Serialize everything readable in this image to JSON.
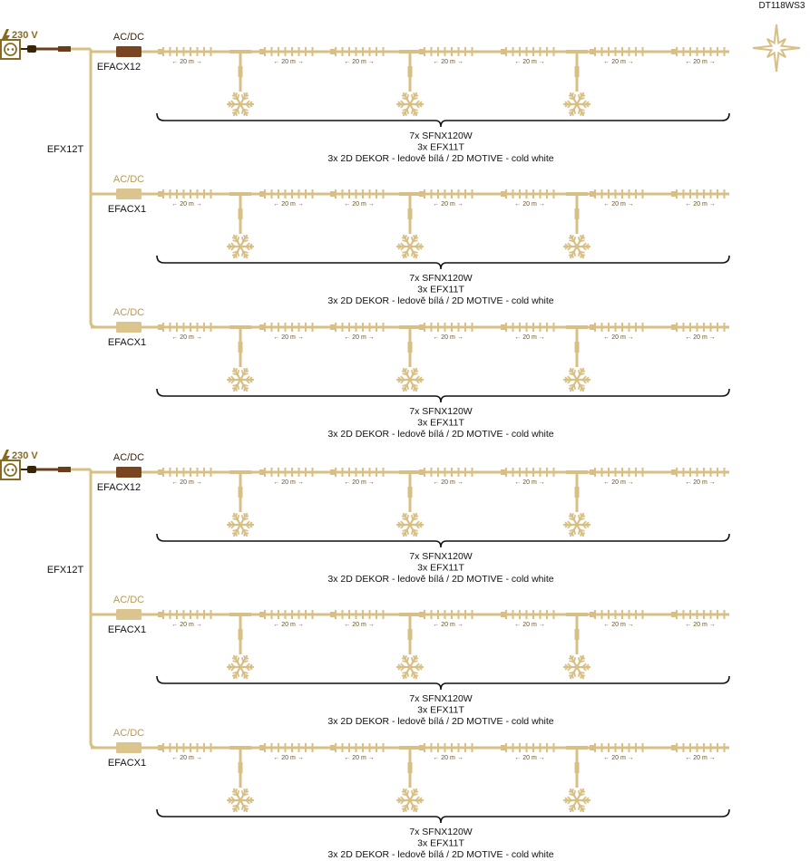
{
  "title": "DT118WS3",
  "groups": [
    {
      "power_label": "230 V",
      "feed_cable_label": "EFX12T",
      "branches": [
        {
          "adapter_top": "AC/DC",
          "adapter_bottom": "EFACX12",
          "adapter_kind": "dark",
          "segment_labels": [
            "← 20 m →",
            "← 20 m →",
            "← 20 m →",
            "← 20 m →",
            "← 20 m →",
            "← 20 m →",
            "← 20 m →"
          ],
          "caption": [
            "7x SFNX120W",
            "3x EFX11T",
            "3x 2D DEKOR - ledově bílá / 2D MOTIVE - cold white"
          ]
        },
        {
          "adapter_top": "AC/DC",
          "adapter_bottom": "EFACX1",
          "adapter_kind": "light",
          "segment_labels": [
            "← 20 m →",
            "← 20 m →",
            "← 20 m →",
            "← 20 m →",
            "← 20 m →",
            "← 20 m →",
            "← 20 m →"
          ],
          "caption": [
            "7x SFNX120W",
            "3x EFX11T",
            "3x 2D DEKOR - ledově bílá / 2D MOTIVE - cold white"
          ]
        },
        {
          "adapter_top": "AC/DC",
          "adapter_bottom": "EFACX1",
          "adapter_kind": "light",
          "segment_labels": [
            "← 20 m →",
            "← 20 m →",
            "← 20 m →",
            "← 20 m →",
            "← 20 m →",
            "← 20 m →",
            "← 20 m →"
          ],
          "caption": [
            "7x SFNX120W",
            "3x EFX11T",
            "3x 2D DEKOR - ledově bílá / 2D MOTIVE - cold white"
          ]
        }
      ]
    },
    {
      "power_label": "230 V",
      "feed_cable_label": "EFX12T",
      "branches": [
        {
          "adapter_top": "AC/DC",
          "adapter_bottom": "EFACX12",
          "adapter_kind": "dark",
          "segment_labels": [
            "← 20 m →",
            "← 20 m →",
            "← 20 m →",
            "← 20 m →",
            "← 20 m →",
            "← 20 m →",
            "← 20 m →"
          ],
          "caption": [
            "7x SFNX120W",
            "3x EFX11T",
            "3x 2D DEKOR - ledově bílá / 2D MOTIVE - cold white"
          ]
        },
        {
          "adapter_top": "AC/DC",
          "adapter_bottom": "EFACX1",
          "adapter_kind": "light",
          "segment_labels": [
            "← 20 m →",
            "← 20 m →",
            "← 20 m →",
            "← 20 m →",
            "← 20 m →",
            "← 20 m →",
            "← 20 m →"
          ],
          "caption": [
            "7x SFNX120W",
            "3x EFX11T",
            "3x 2D DEKOR - ledově bílá / 2D MOTIVE - cold white"
          ]
        },
        {
          "adapter_top": "AC/DC",
          "adapter_bottom": "EFACX1",
          "adapter_kind": "light",
          "segment_labels": [
            "← 20 m →",
            "← 20 m →",
            "← 20 m →",
            "← 20 m →",
            "← 20 m →",
            "← 20 m →",
            "← 20 m →"
          ],
          "caption": [
            "7x SFNX120W",
            "3x EFX11T",
            "3x 2D DEKOR - ledově bílá / 2D MOTIVE - cold white"
          ]
        }
      ]
    }
  ],
  "colors": {
    "gold": "#d8bf85",
    "gold_dark": "#8a6a20",
    "adapter_dark": "#7a4420",
    "adapter_light": "#dcc48e",
    "text": "#111111"
  },
  "icons": [
    "lightning-icon",
    "socket-icon",
    "plug-icon",
    "snowflake-icon",
    "star-icon",
    "brace-icon"
  ]
}
